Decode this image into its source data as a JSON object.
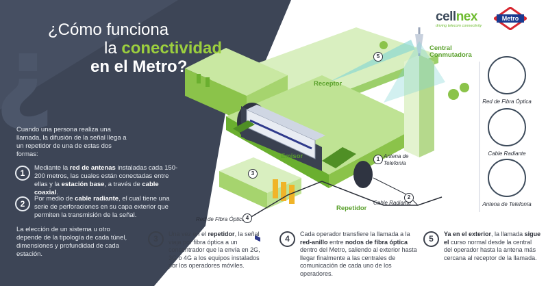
{
  "title": {
    "line1": "¿Cómo funciona",
    "line2_plain": "la ",
    "line2_accent": "conectividad",
    "line3": "en el Metro?"
  },
  "logos": {
    "cellnex_word_a": "cell",
    "cellnex_word_b": "nex",
    "cellnex_tagline": "driving telecom connectivity",
    "metro_label": "Metro"
  },
  "intro": {
    "text": "Cuando una persona realiza una llamada, la difusión de la señal llega a un repetidor de una de estas dos formas:"
  },
  "points": [
    {
      "num": "1",
      "p1": "Mediante la ",
      "b1": "red de antenas",
      "p2": " instaladas cada 150-200 metros, las cuales están conectadas entre ellas y la ",
      "b2": "estación base",
      "p3": ", a través de ",
      "b3": "cable coaxial",
      "p4": "."
    },
    {
      "num": "2",
      "p1": "Por medio de ",
      "b1": "cable radiante",
      "p2": ", el cual tiene una serie de perforaciones en su capa exterior que permiten la transmisión de la señal."
    }
  ],
  "closing": {
    "text": "La elección de un sistema u otro depende de la tipología de cada túnel, dimensiones y profundidad de cada estación."
  },
  "steps": [
    {
      "num": "3",
      "p1": "Una vez en el ",
      "b1": "repetidor",
      "p2": ", la señal viaja por fibra óptica a un concentrador que la envía en 2G, 3G o 4G a los equipos instalados por los operadores móviles."
    },
    {
      "num": "4",
      "p1": "Cada operador transfiere la llamada a la ",
      "b1": "red-anillo",
      "p2": " entre ",
      "b2": "nodos de fibra óptica",
      "p3": " dentro del Metro, saliendo al exterior hasta llegar finalmente a las centrales de comunicación de cada uno de los operadores."
    },
    {
      "num": "5",
      "b1": "Ya en el exterior",
      "p1": ", la llamada ",
      "b2": "sigue el",
      "p2": " curso normal desde la central del operador hasta la antena más cercana al receptor de la llamada."
    }
  ],
  "diagram_labels": {
    "receptor": "Receptor",
    "central": "Central Conmutadora",
    "emisor": "Emisor",
    "repetidor": "Repetidor",
    "antena": "Antena de Telefonía",
    "cable_radiante": "Cable Radiante",
    "red_fibra": "Red de Fibra Óptica",
    "n1": "1",
    "n2": "2",
    "n3": "3",
    "n4": "4",
    "n5": "5"
  },
  "side_legend": [
    {
      "label": "Red de Fibra Óptica"
    },
    {
      "label": "Cable Radiante"
    },
    {
      "label": "Antena de Telefonía"
    }
  ],
  "colors": {
    "dark_panel": "#3d4556",
    "accent_green": "#9ccf3e",
    "light_green": "#c9e8a2",
    "mid_green": "#8bc34a",
    "station_green": "#6aaf2f",
    "teal": "#7fd3d4"
  }
}
